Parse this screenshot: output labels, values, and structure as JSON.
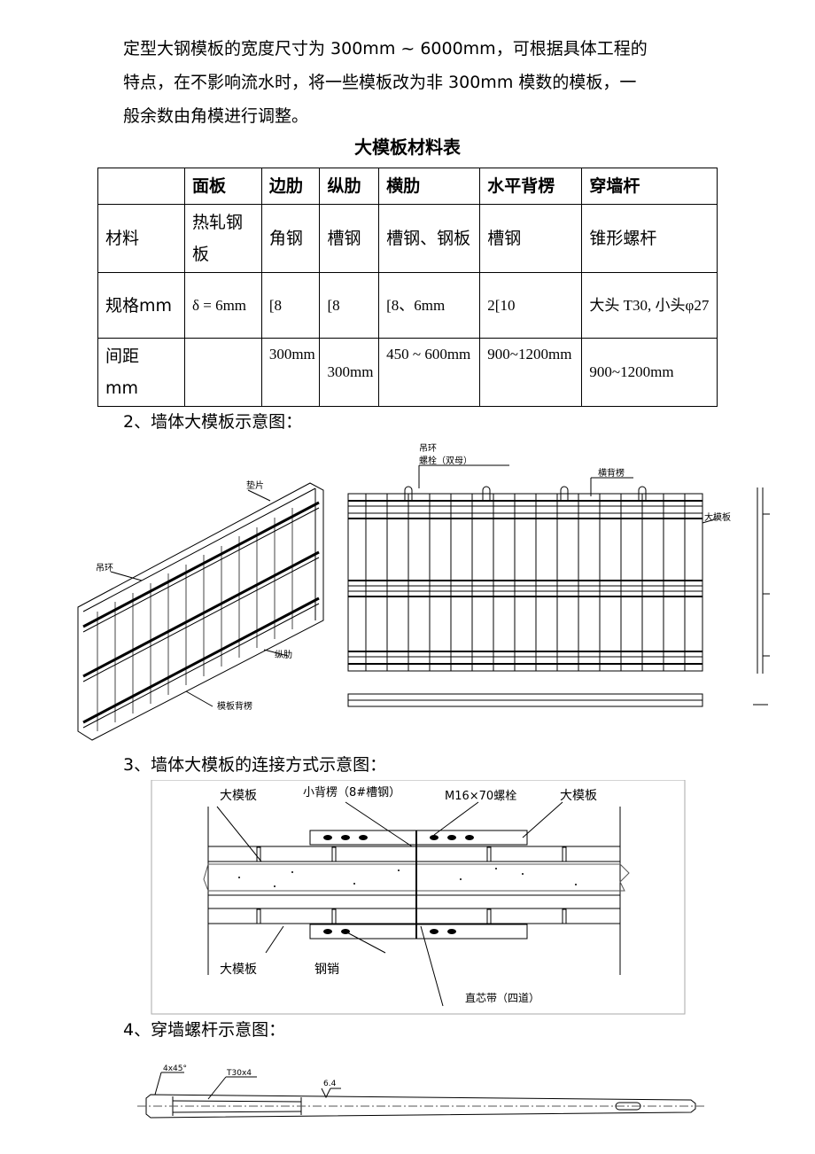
{
  "intro": {
    "line1": "定型大钢模板的宽度尺寸为  300mm ~ 6000mm，可根据具体工程的",
    "line2": "特点，在不影响流水时，将一些模板改为非 300mm 模数的模板，一",
    "line3": "般余数由角模进行调整。"
  },
  "table": {
    "title": "大模板材料表",
    "headers": [
      "",
      "面板",
      "边肋",
      "纵肋",
      "横肋",
      "水平背楞",
      "穿墙杆"
    ],
    "rows": [
      [
        "材料",
        "热轧钢板",
        "角钢",
        "槽钢",
        "槽钢、钢板",
        "槽钢",
        "锥形螺杆"
      ],
      [
        "规格mm",
        "δ = 6mm",
        "[8",
        "[8",
        "[8、6mm",
        "2[10",
        "大头  T30, 小头φ27"
      ],
      [
        "间距 mm",
        "",
        "300mm",
        "300mm",
        "450    ~ 600mm",
        "900~1200mm",
        "900~1200mm"
      ]
    ]
  },
  "section2": {
    "heading": "2、墙体大模板示意图：",
    "labels": {
      "left_pad": "垫片",
      "left_ring": "吊环",
      "left_rib": "纵肋",
      "left_back": "模板背楞",
      "top_ring": "吊环",
      "top_bolt": "螺栓（双母）",
      "top_back": "横背楞",
      "side_board": "大模板"
    }
  },
  "section3": {
    "heading": "3、墙体大模板的连接方式示意图：",
    "labels": {
      "tl_board": "大模板",
      "small_back": "小背楞（8#槽钢）",
      "bolt": "M16×70螺栓",
      "tr_board": "大模板",
      "bl_board": "大模板",
      "pin": "钢销",
      "core": "直芯带（四道）"
    }
  },
  "section4": {
    "heading": "4、穿墙螺杆示意图：",
    "labels": {
      "chamfer": "4x45°",
      "thread": "T30x4",
      "rough": "6.4"
    }
  }
}
